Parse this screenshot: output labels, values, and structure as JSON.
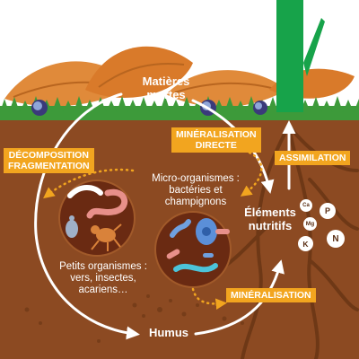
{
  "labels": {
    "dead_matter": [
      "Matières",
      "mortes"
    ],
    "mineralisation_directe": [
      "MINÉRALISATION",
      "DIRECTE"
    ],
    "decomposition": [
      "DÉCOMPOSITION",
      "FRAGMENTATION"
    ],
    "assimilation": "ASSIMILATION",
    "micro_title": "Micro-organismes :",
    "micro_detail": [
      "bactéries et",
      "champignons"
    ],
    "nutrients": [
      "Éléments",
      "nutritifs"
    ],
    "small_title": "Petits organismes :",
    "small_detail": [
      "vers, insectes,",
      "acariens…"
    ],
    "mineralisation": "MINÉRALISATION",
    "humus": "Humus"
  },
  "nutrient_chips": [
    "Ca",
    "P",
    "Mg",
    "N",
    "K"
  ],
  "colors": {
    "soil": "#8c4a22",
    "soil_dark": "#6e3816",
    "leaf": "#e08a3a",
    "grass": "#3d9a3a",
    "stem": "#17a34a",
    "tag": "#f2a51f",
    "arrow": "#ffffff"
  },
  "icons": {
    "circle_left": "soil-fauna-illustration",
    "circle_right": "microorganism-illustration"
  }
}
